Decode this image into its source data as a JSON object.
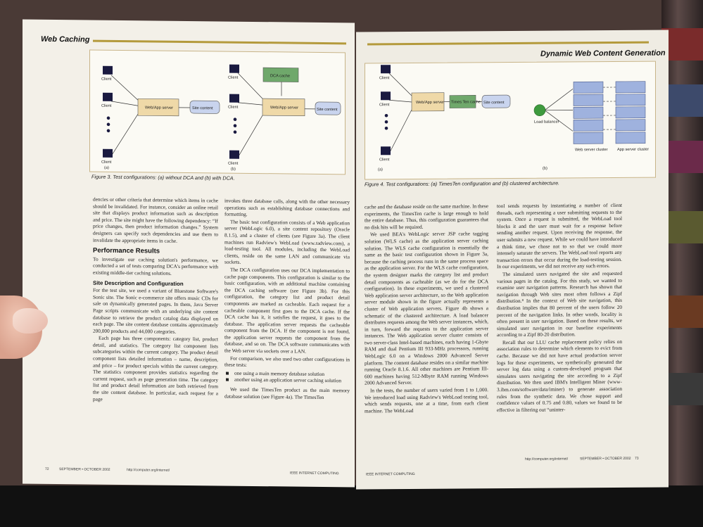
{
  "left_page": {
    "header": "Web Caching",
    "figure": {
      "caption": "Figure 3. Test configurations: (a) without DCA and (b) with DCA.",
      "labels": {
        "client": "Client",
        "web_app_server": "Web/App server",
        "site_content": "Site content",
        "dca_cache": "DCA cache",
        "panel_a": "(a)",
        "panel_b": "(b)"
      }
    },
    "col1": {
      "p1": "dencies or other criteria that determine which items in cache should be invalidated. For instance, consider an online retail site that displays product information such as description and price. The site might have the following dependency: “If price changes, then product information changes.” System designers can specify such dependencies and use them to invalidate the appropriate items in cache.",
      "h_performance": "Performance Results",
      "p2": "To investigate our caching solution's performance, we conducted a set of tests comparing DCA's performance with existing middle-tier caching solutions.",
      "h_site": "Site Description and Configuration",
      "p3": "For the test site, we used a variant of Bluestone Software's Sonic site. The Sonic e-commerce site offers music CDs for sale on dynamically generated pages. In them, Java Server Page scripts communicate with an underlying site content database to retrieve the product catalog data displayed on each page. The site content database contains approximately 200,000 products and 44,000 categories.",
      "p4": "Each page has three components: category list, product detail, and statistics. The category list component lists subcategories within the current category. The product detail component lists detailed information – name, description, and price – for product specials within the current category. The statistics component provides statistics regarding the current request, such as page generation time. The category list and product detail information are both retrieved from the site content database. In particular, each request for a page"
    },
    "col2": {
      "p1": "invokes three database calls, along with the other necessary operations such as establishing database connections and formatting.",
      "p2": "The basic test configuration consists of a Web application server (WebLogic 6.0), a site content repository (Oracle 8.1.5), and a cluster of clients (see Figure 3a). The client machines run Radview's WebLoad (www.radview.com), a load-testing tool. All modules, including the WebLoad clients, reside on the same LAN and communicate via sockets.",
      "p3": "The DCA configuration uses our DCA implementation to cache page components. This configuration is similar to the basic configuration, with an additional machine containing the DCA caching software (see Figure 3b). For this configuration, the category list and product detail components are marked as cacheable. Each request for a cacheable component first goes to the DCA cache. If the DCA cache has it, it satisfies the request, it goes to the database. The application server requests the cacheable component from the DCA. If the component is not found, the application server requests the component from the database, and so on. The DCA software communicates with the Web server via sockets over a LAN.",
      "p4": "For comparison, we also used two other configurations in these tests:",
      "bullets": [
        "one using a main memory database solution",
        "another using an application server caching solution"
      ],
      "p5": "We used the TimesTen product as the main memory database solution (see Figure 4a). The TimesTen"
    },
    "footer": {
      "page_no": "72",
      "issue": "SEPTEMBER • OCTOBER 2002",
      "url": "http://computer.org/internet/",
      "journal": "IEEE INTERNET COMPUTING"
    }
  },
  "right_page": {
    "header": "Dynamic Web Content Generation",
    "figure": {
      "caption": "Figure 4. Test configurations: (a) TimesTen configuration and (b) clustered architecture.",
      "labels": {
        "client": "Client",
        "web_app_server": "Web/App server",
        "timesten_cache": "Times Ten cache",
        "site_content": "Site content",
        "load_balancer": "Load balancer",
        "web_server_cluster": "Web server cluster",
        "app_server_cluster": "App server cluster",
        "panel_a": "(a)",
        "panel_b": "(b)"
      }
    },
    "col1": {
      "p1": "cache and the database reside on the same machine. In these experiments, the TimesTen cache is large enough to hold the entire database. Thus, this configuration guarantees that no disk hits will be required.",
      "p2": "We used BEA's WebLogic server JSP cache tagging solution (WLS cache) as the application server caching solution. The WLS cache configuration is essentially the same as the basic test configuration shown in Figure 3a, because the caching process runs in the same process space as the application server. For the WLS cache configuration, the system designer marks the category list and product detail components as cacheable (as we do for the DCA configuration). In these experiments, we used a clustered Web application server architecture, so the Web application server module shown in the figure actually represents a cluster of Web application servers. Figure 4b shows a schematic of the clustered architecture. A load balancer distributes requests among the Web server instances, which, in turn, forward the requests to the application server instances. The Web application server cluster consists of two server-class Intel-based machines, each having 1-Gbyte RAM and dual Pentium III 933-MHz processors, running WebLogic 6.0 on a Windows 2000 Advanced Server platform. The content database resides on a similar machine running Oracle 8.1.6. All other machines are Pentium III-600 machines having 512-Mbyte RAM running Windows 2000 Advanced Server.",
      "p3": "In the tests, the number of users varied from 1 to 1,000. We introduced load using Radview's WebLoad testing tool, which sends requests, one at a time, from each client machine. The WebLoad"
    },
    "col2": {
      "p1": "tool sends requests by instantiating a number of client threads, each representing a user submitting requests to the system. Once a request is submitted, the WebLoad tool blocks it and the user must wait for a response before sending another request. Upon receiving the response, the user submits a new request. While we could have introduced a think time, we chose not to so that we could more intensely saturate the servers. The WebLoad tool reports any transaction errors that occur during the load-testing session. In our experiments, we did not receive any such errors.",
      "p2": "The simulated users navigated the site and requested various pages in the catalog. For this study, we wanted to examine user navigation patterns. Research has shown that navigation through Web sites most often follows a Zipf distribution.⁸ In the context of Web site navigation, this distribution implies that 80 percent of the users follow 20 percent of the navigation links. In other words, locality is often present in user navigation. Based on these results, we simulated user navigation in our baseline experiments according to a Zipf 80-20 distribution.",
      "p3": "Recall that our LLU cache replacement policy relies on association rules to determine which elements to evict from cache. Because we did not have actual production server logs for these experiments, we synthetically generated the server log data using a custom-developed program that simulates users navigating the site according to a Zipf distribution. We then used IBM's Intelligent Miner (www-3.ibm.com/software/data/iminer) to generate association rules from the synthetic data. We chose support and confidence values of 0.75 and 0.80, values we found to be effective in filtering out “uninter-"
    },
    "footer": {
      "journal": "IEEE INTERNET COMPUTING",
      "url": "http://computer.org/internet/",
      "issue": "SEPTEMBER • OCTOBER 2002",
      "page_no": "73"
    }
  }
}
